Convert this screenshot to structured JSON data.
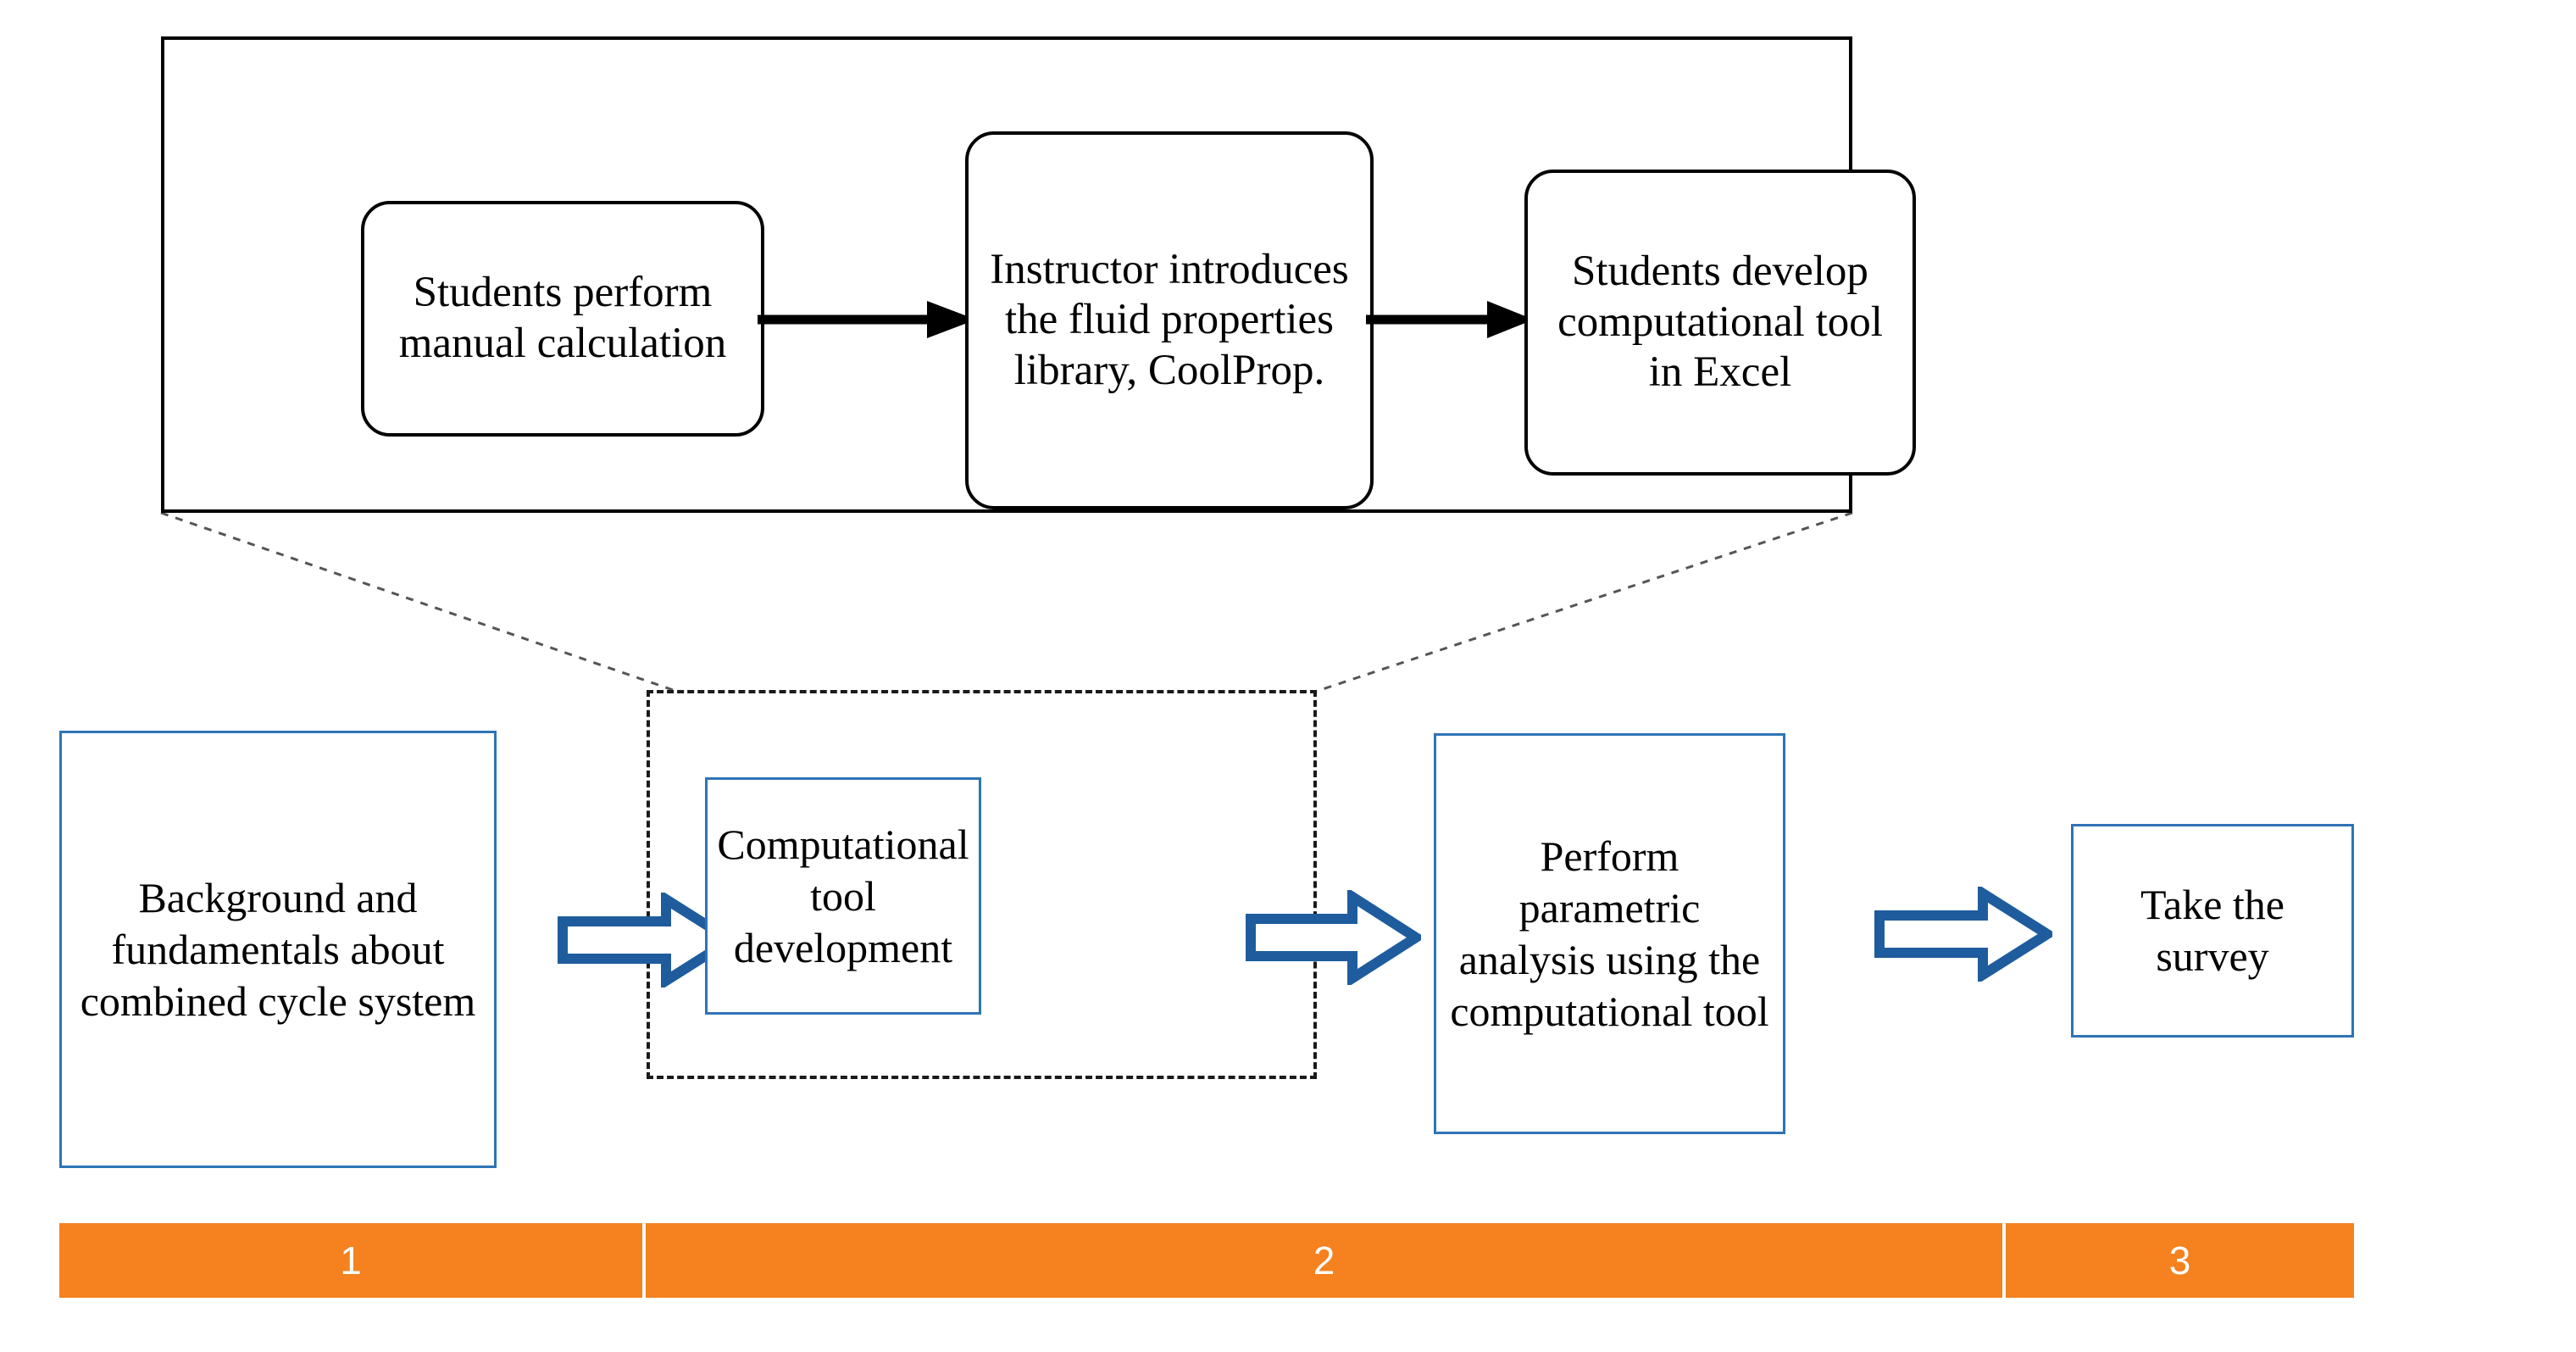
{
  "detail_panel": {
    "boxes": [
      {
        "id": "students-manual-calculation",
        "text": "Students perform manual calculation"
      },
      {
        "id": "instructor-coolprop",
        "text": "Instructor introduces the fluid properties library, CoolProp."
      },
      {
        "id": "students-excel-tool",
        "text": "Students develop computational tool in Excel"
      }
    ],
    "arrows": [
      {
        "id": "detail-arrow-1",
        "direction": "right"
      },
      {
        "id": "detail-arrow-2",
        "direction": "right"
      }
    ],
    "border_color": "#000000",
    "box_shape": "rounded-rectangle"
  },
  "leaders": {
    "style": "dotted",
    "color": "#555555",
    "note": "callout lines connecting detail panel corners to dashed group box corners"
  },
  "dashed_group": {
    "label": "",
    "border_style": "dashed",
    "border_color": "#1a1a1a",
    "encloses": "computational-tool-development"
  },
  "workflow": {
    "steps": [
      {
        "id": "background-fundamentals",
        "text": "Background and fundamentals about combined cycle system"
      },
      {
        "id": "computational-tool-development",
        "text": "Computational tool development"
      },
      {
        "id": "perform-parametric-analysis",
        "text": "Perform parametric analysis using the computational tool"
      },
      {
        "id": "take-the-survey",
        "text": "Take the survey"
      }
    ],
    "arrows": [
      {
        "id": "step-arrow-1",
        "direction": "right"
      },
      {
        "id": "step-arrow-2",
        "direction": "right"
      },
      {
        "id": "step-arrow-3",
        "direction": "right"
      }
    ],
    "box_border_color": "#2E74B5",
    "arrow_color": "#1F5C9E"
  },
  "phase_bar": {
    "color": "#F5811F",
    "text_color": "#FFFFFF",
    "segments": [
      {
        "id": "phase-1",
        "label": "1"
      },
      {
        "id": "phase-2",
        "label": "2"
      },
      {
        "id": "phase-3",
        "label": "3"
      }
    ]
  }
}
